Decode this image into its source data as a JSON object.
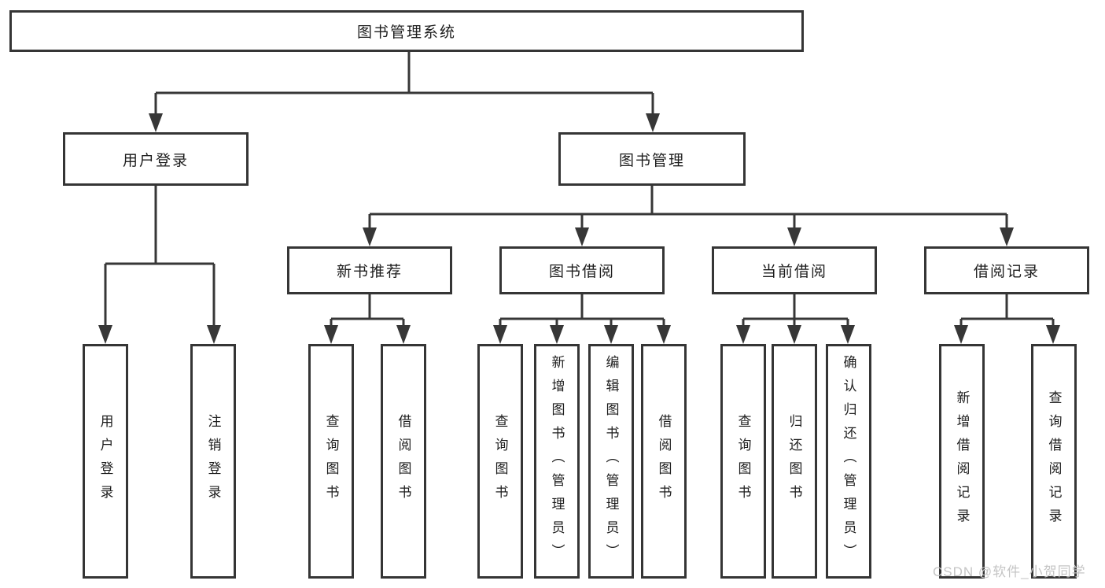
{
  "colors": {
    "line": "#373737",
    "box_border": "#353535",
    "box_fill": "#ffffff",
    "text": "#1d1d1d",
    "watermark": "#c5c5c5",
    "background": "#ffffff"
  },
  "watermark": "CSDN @软件_小贺同学",
  "diagram": {
    "root": {
      "label": "图书管理系统"
    },
    "branches": [
      {
        "label": "用户登录",
        "children": [
          {
            "label": "用户登录"
          },
          {
            "label": "注销登录"
          }
        ]
      },
      {
        "label": "图书管理",
        "sections": [
          {
            "label": "新书推荐",
            "children": [
              {
                "label": "查询图书"
              },
              {
                "label": "借阅图书"
              }
            ]
          },
          {
            "label": "图书借阅",
            "children": [
              {
                "label": "查询图书"
              },
              {
                "label": "新增图书（管理员）"
              },
              {
                "label": "编辑图书（管理员）"
              },
              {
                "label": "借阅图书"
              }
            ]
          },
          {
            "label": "当前借阅",
            "children": [
              {
                "label": "查询图书"
              },
              {
                "label": "归还图书"
              },
              {
                "label": "确认归还（管理员）"
              }
            ]
          },
          {
            "label": "借阅记录",
            "children": [
              {
                "label": "新增借阅记录"
              },
              {
                "label": "查询借阅记录"
              }
            ]
          }
        ]
      }
    ]
  }
}
